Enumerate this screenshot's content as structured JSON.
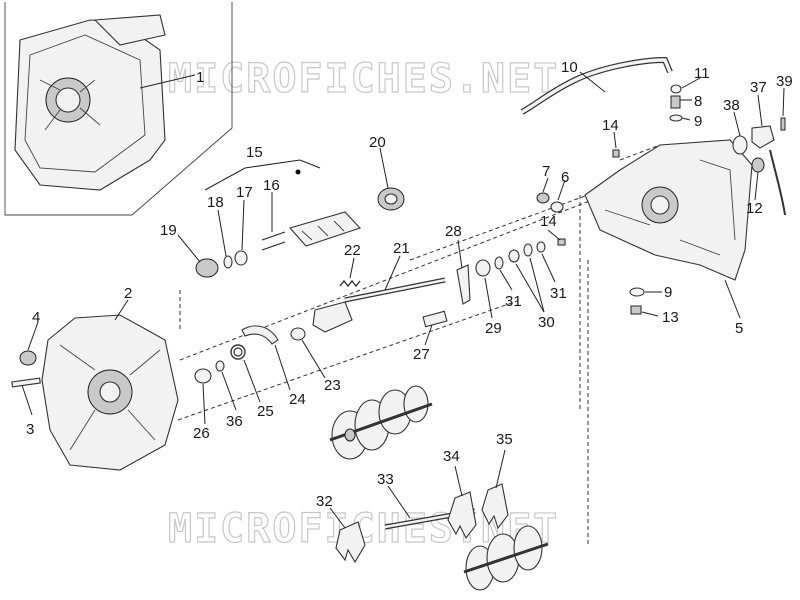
{
  "watermark": "MICROFICHES.NET",
  "callouts": [
    "1",
    "2",
    "3",
    "4",
    "5",
    "6",
    "7",
    "8",
    "9",
    "9",
    "10",
    "11",
    "12",
    "13",
    "14",
    "14",
    "15",
    "16",
    "17",
    "18",
    "19",
    "20",
    "21",
    "22",
    "23",
    "24",
    "25",
    "26",
    "27",
    "28",
    "29",
    "30",
    "31",
    "31",
    "32",
    "33",
    "34",
    "35",
    "36",
    "37",
    "38",
    "39"
  ]
}
